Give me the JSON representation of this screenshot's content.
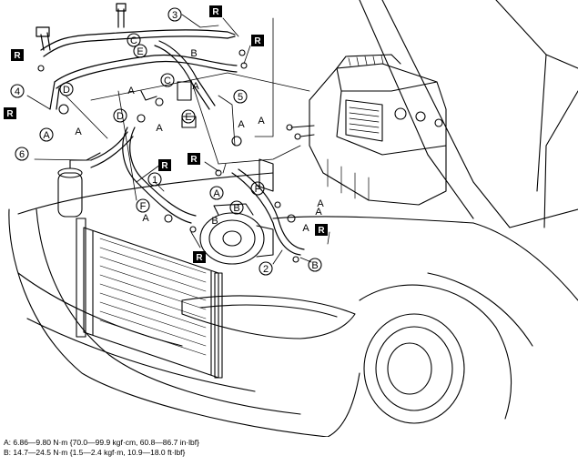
{
  "callouts": {
    "n1": "1",
    "n2": "2",
    "n3": "3",
    "n4": "4",
    "n5": "5",
    "n6": "6",
    "cA": "A",
    "cB": "B",
    "cC": "C",
    "cD": "D",
    "cE": "E",
    "cF": "F"
  },
  "markers": {
    "R": "R",
    "A": "A",
    "B": "B"
  },
  "legend": {
    "torque_a": "A: 6.86—9.80 N·m {70.0—99.9 kgf·cm, 60.8—86.7 in·lbf}",
    "torque_b": "B: 14.7—24.5 N·m {1.5—2.4 kgf·m, 10.9—18.0 ft·lbf}"
  }
}
